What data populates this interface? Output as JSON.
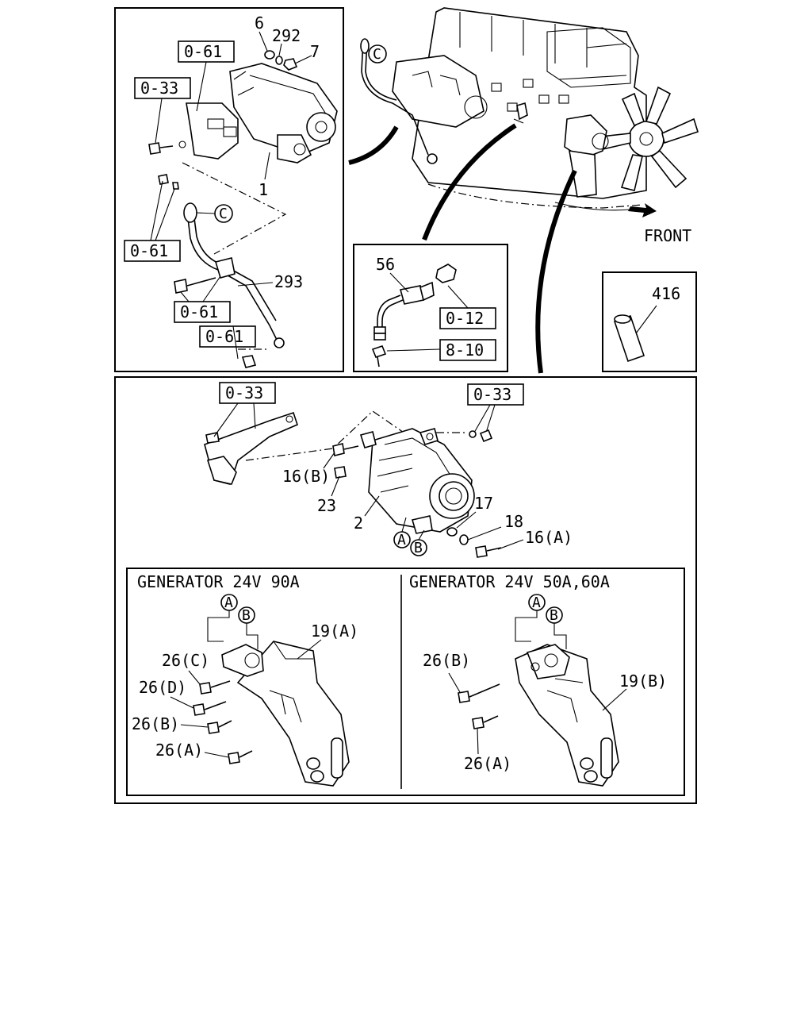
{
  "refs": {
    "r061_a": "0-61",
    "r033_a": "0-33",
    "r061_b": "0-61",
    "r061_c": "0-61",
    "r061_d": "0-61",
    "r012": "0-12",
    "r810": "8-10",
    "r033_b": "0-33",
    "r033_c": "0-33"
  },
  "parts": {
    "p6": "6",
    "p292": "292",
    "p7": "7",
    "p1": "1",
    "p293": "293",
    "p56": "56",
    "p416": "416",
    "p16b": "16(B)",
    "p23": "23",
    "p2": "2",
    "p17": "17",
    "p18": "18",
    "p16a": "16(A)",
    "p19a": "19(A)",
    "p19b": "19(B)",
    "p26c": "26(C)",
    "p26d": "26(D)",
    "p26b_left": "26(B)",
    "p26a_left": "26(A)",
    "p26b_right": "26(B)",
    "p26a_right": "26(A)"
  },
  "markers": {
    "c_starter": "C",
    "c_engine": "C",
    "a_gen": "A",
    "b_gen": "B",
    "a_left": "A",
    "b_left": "B",
    "a_right": "A",
    "b_right": "B"
  },
  "front_label": "FRONT",
  "variants": {
    "left_title": "GENERATOR 24V 90A",
    "right_title": "GENERATOR 24V 50A,60A"
  }
}
